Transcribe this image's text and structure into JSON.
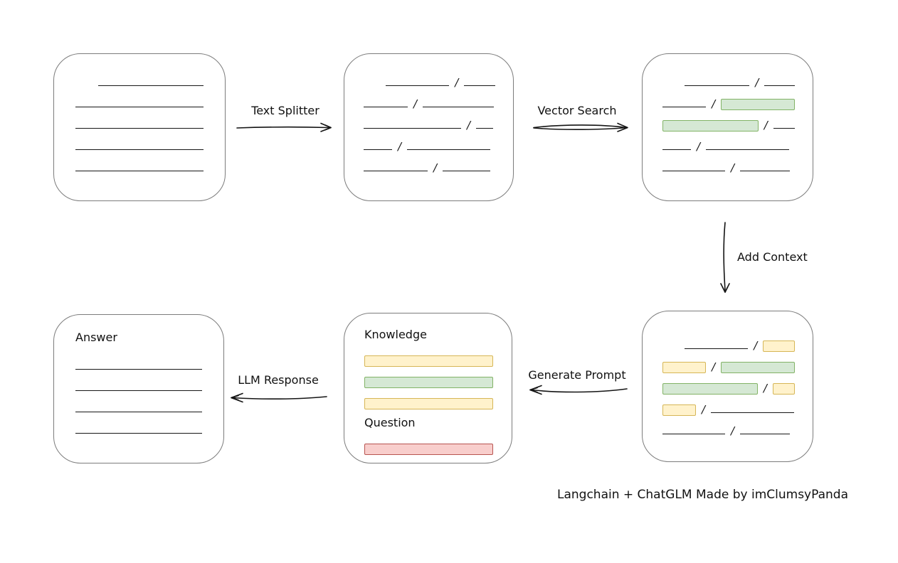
{
  "footer_text": "Langchain + ChatGLM Made by imClumsyPanda",
  "slash": "/",
  "colors": {
    "chunk_green_fill": "#d5e8d4",
    "chunk_green_stroke": "#82b366",
    "chunk_yellow_fill": "#fff2cc",
    "chunk_yellow_stroke": "#d6b656",
    "chunk_red_fill": "#f8cecc",
    "chunk_red_stroke": "#b85450",
    "box_border": "#7c7c7c",
    "ink": "#141414"
  },
  "arrows": {
    "text_splitter": {
      "label": "Text Splitter",
      "direction": "right"
    },
    "vector_search": {
      "label": "Vector Search",
      "direction": "right"
    },
    "add_context": {
      "label": "Add Context",
      "direction": "down"
    },
    "generate_prompt": {
      "label": "Generate Prompt",
      "direction": "left"
    },
    "llm_response": {
      "label": "LLM Response",
      "direction": "left"
    }
  },
  "boxes": {
    "document": {
      "rows": [
        {
          "indent": 32,
          "segs": [
            {
              "type": "line",
              "w": 148
            }
          ]
        },
        {
          "segs": [
            {
              "type": "line",
              "w": 180
            }
          ]
        },
        {
          "segs": [
            {
              "type": "line",
              "w": 180
            }
          ]
        },
        {
          "segs": [
            {
              "type": "line",
              "w": 180
            }
          ]
        },
        {
          "segs": [
            {
              "type": "line",
              "w": 180
            }
          ]
        }
      ]
    },
    "split_chunks": {
      "rows": [
        {
          "indent": 31,
          "segs": [
            {
              "type": "line",
              "w": 90
            },
            {
              "type": "slash"
            },
            {
              "type": "line",
              "w": 44
            }
          ]
        },
        {
          "segs": [
            {
              "type": "line",
              "w": 62
            },
            {
              "type": "slash"
            },
            {
              "type": "line",
              "w": 100
            }
          ]
        },
        {
          "segs": [
            {
              "type": "line",
              "w": 137
            },
            {
              "type": "slash"
            },
            {
              "type": "line",
              "w": 24
            }
          ]
        },
        {
          "segs": [
            {
              "type": "line",
              "w": 40
            },
            {
              "type": "slash"
            },
            {
              "type": "line",
              "w": 117
            }
          ]
        },
        {
          "segs": [
            {
              "type": "line",
              "w": 90
            },
            {
              "type": "slash"
            },
            {
              "type": "line",
              "w": 67
            }
          ]
        }
      ]
    },
    "vector_matches": {
      "rows": [
        {
          "indent": 31,
          "segs": [
            {
              "type": "line",
              "w": 92
            },
            {
              "type": "slash"
            },
            {
              "type": "line",
              "w": 43
            }
          ]
        },
        {
          "segs": [
            {
              "type": "line",
              "w": 63
            },
            {
              "type": "slash"
            },
            {
              "type": "green",
              "w": 107
            }
          ]
        },
        {
          "segs": [
            {
              "type": "green",
              "w": 138
            },
            {
              "type": "slash"
            },
            {
              "type": "line",
              "w": 31
            }
          ]
        },
        {
          "segs": [
            {
              "type": "line",
              "w": 40
            },
            {
              "type": "slash"
            },
            {
              "type": "line",
              "w": 117
            }
          ]
        },
        {
          "segs": [
            {
              "type": "line",
              "w": 88
            },
            {
              "type": "slash"
            },
            {
              "type": "line",
              "w": 70
            }
          ]
        }
      ]
    },
    "context_chunks": {
      "rows": [
        {
          "indent": 31,
          "segs": [
            {
              "type": "line",
              "w": 92
            },
            {
              "type": "slash"
            },
            {
              "type": "yellow",
              "w": 46
            }
          ]
        },
        {
          "segs": [
            {
              "type": "yellow",
              "w": 63
            },
            {
              "type": "slash"
            },
            {
              "type": "green",
              "w": 107
            }
          ]
        },
        {
          "segs": [
            {
              "type": "green",
              "w": 138
            },
            {
              "type": "slash"
            },
            {
              "type": "yellow",
              "w": 32
            }
          ]
        },
        {
          "segs": [
            {
              "type": "yellow",
              "w": 47
            },
            {
              "type": "slash"
            },
            {
              "type": "line",
              "w": 117
            }
          ]
        },
        {
          "segs": [
            {
              "type": "line",
              "w": 88
            },
            {
              "type": "slash"
            },
            {
              "type": "line",
              "w": 70
            }
          ]
        }
      ]
    },
    "prompt": {
      "knowledge_label": "Knowledge",
      "question_label": "Question",
      "knowledge_rows": [
        {
          "segs": [
            {
              "type": "yellow",
              "w": 181
            }
          ]
        },
        {
          "segs": [
            {
              "type": "green",
              "w": 181
            }
          ]
        },
        {
          "segs": [
            {
              "type": "yellow",
              "w": 181
            }
          ]
        }
      ],
      "question_rows": [
        {
          "segs": [
            {
              "type": "red",
              "w": 181
            }
          ]
        }
      ]
    },
    "answer": {
      "label": "Answer",
      "rows": [
        {
          "segs": [
            {
              "type": "line",
              "w": 180
            }
          ]
        },
        {
          "segs": [
            {
              "type": "line",
              "w": 180
            }
          ]
        },
        {
          "segs": [
            {
              "type": "line",
              "w": 180
            }
          ]
        },
        {
          "segs": [
            {
              "type": "line",
              "w": 180
            }
          ]
        }
      ]
    }
  }
}
